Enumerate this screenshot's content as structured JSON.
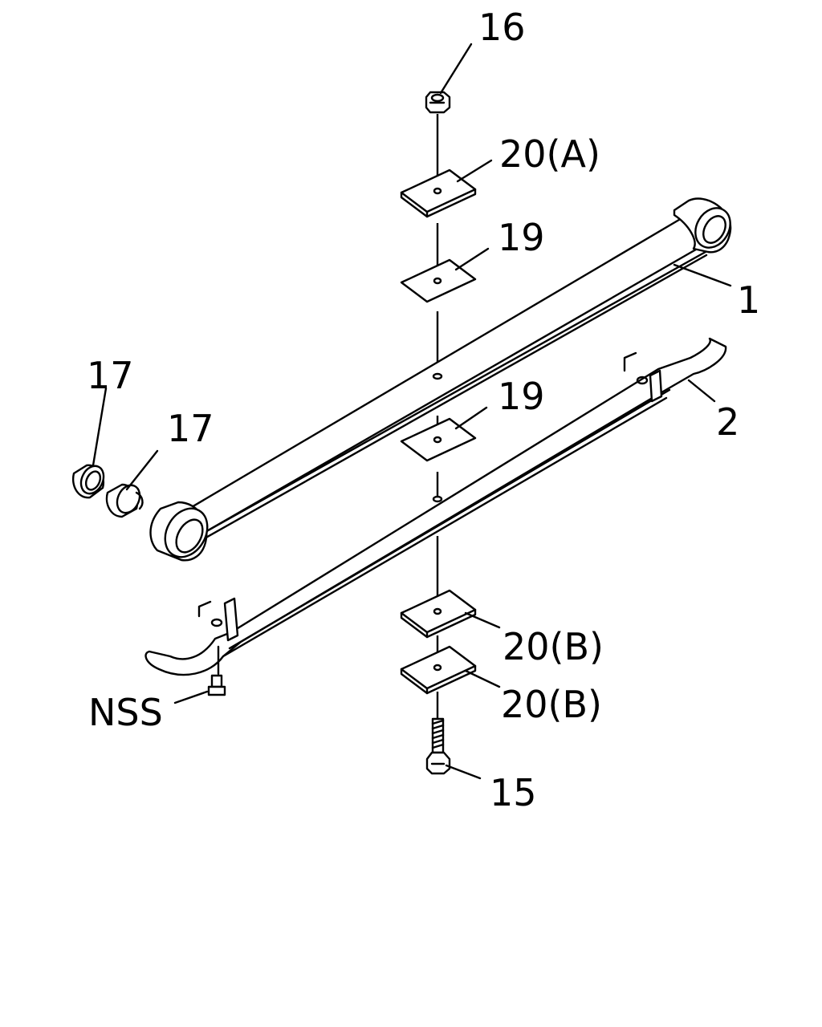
{
  "labels": {
    "l16": "16",
    "l20a": "20(A)",
    "l19_top": "19",
    "l1": "1",
    "l19_mid": "19",
    "l2": "2",
    "l17_a": "17",
    "l17_b": "17",
    "l20b_1": "20(B)",
    "l20b_2": "20(B)",
    "lnss": "NSS",
    "l15": "15"
  }
}
